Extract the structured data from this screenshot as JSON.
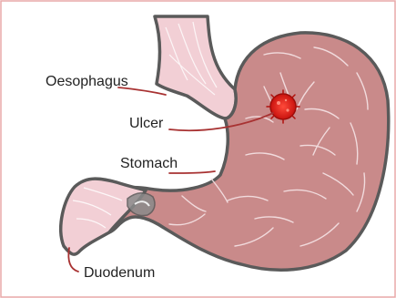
{
  "labels": {
    "oesophagus": "Oesophagus",
    "ulcer": "Ulcer",
    "stomach": "Stomach",
    "duodenum": "Duodenum"
  },
  "colors": {
    "frame_border": "#e8a8a8",
    "stomach_fill": "#c98a8a",
    "oesophagus_fill": "#f2cfd5",
    "duodenum_fill": "#f2cfd5",
    "outline": "#5a5a5a",
    "leader_line": "#a83232",
    "ulcer": "#e8261f"
  }
}
